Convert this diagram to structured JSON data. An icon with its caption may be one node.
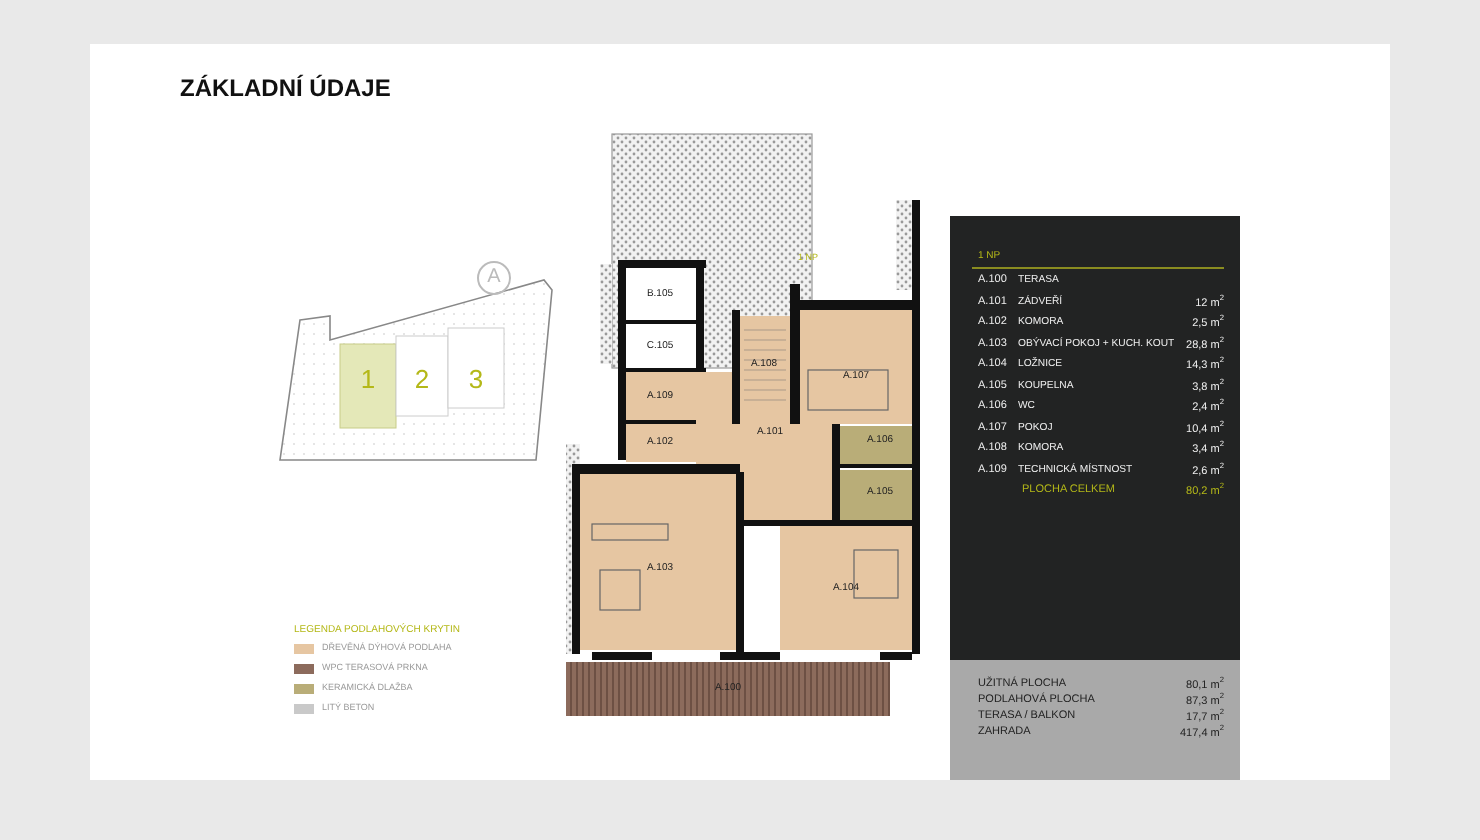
{
  "diagram": {
    "title": "ZÁKLADNÍ ÚDAJE",
    "labels": [
      "A",
      "1",
      "2",
      "3",
      "1 NP",
      "B.105",
      "C.105",
      "A.108",
      "A.107",
      "A.109",
      "A.101",
      "A.102",
      "A.106",
      "A.105",
      "A.103",
      "A.104",
      "A.100",
      "1 NP",
      "A.100",
      "TERASA",
      "A.101",
      "ZÁDVEŘÍ",
      "12 m$^{2}$",
      "A.102",
      "KOMORA",
      "2,5 m$^{2}$",
      "A.103",
      "OBÝVACÍ POKOJ + KUCH. KOUT",
      "28,8 m$^{2}$",
      "A.104",
      "LOŽNICE",
      "14,3 m$^{2}$",
      "A.105",
      "KOUPELNA",
      "3,8 m$^{2}$",
      "A.106",
      "WC",
      "2,4 m$^{2}$",
      "A.107",
      "POKOJ",
      "10,4 m$^{2}$",
      "A.108",
      "KOMORA",
      "3,4 m$^{2}$",
      "A.109",
      "TECHNICKÁ MÍSTNOST",
      "2,6 m$^{2}$",
      "PLOCHA CELKEM",
      "80,2 m$^{2}$",
      "UŽITNÁ PLOCHA",
      "80,1 m$^{2}$",
      "PODLAHOVÁ PLOCHA",
      "87,3 m$^{2}$",
      "TERASA / BALKON",
      "17,7 m$^{2}$",
      "ZAHRADA",
      "417,4 m$^{2}$",
      "LEGENDA PODLAHOVÝCH KRYTIN"
    ],
    "legend": [
      {
        "text": "DŘEVĚNÁ DÝHOVÁ PODLAHA",
        "color": "#e6c6a2"
      },
      {
        "text": "WPC TERASOVÁ PRKNA",
        "color": "#8c6b5c"
      },
      {
        "text": "KERAMICKÁ DLAŽBA",
        "color": "#b9ad78"
      },
      {
        "text": "LITÝ BETON",
        "color": "#c9c9c9"
      }
    ]
  }
}
